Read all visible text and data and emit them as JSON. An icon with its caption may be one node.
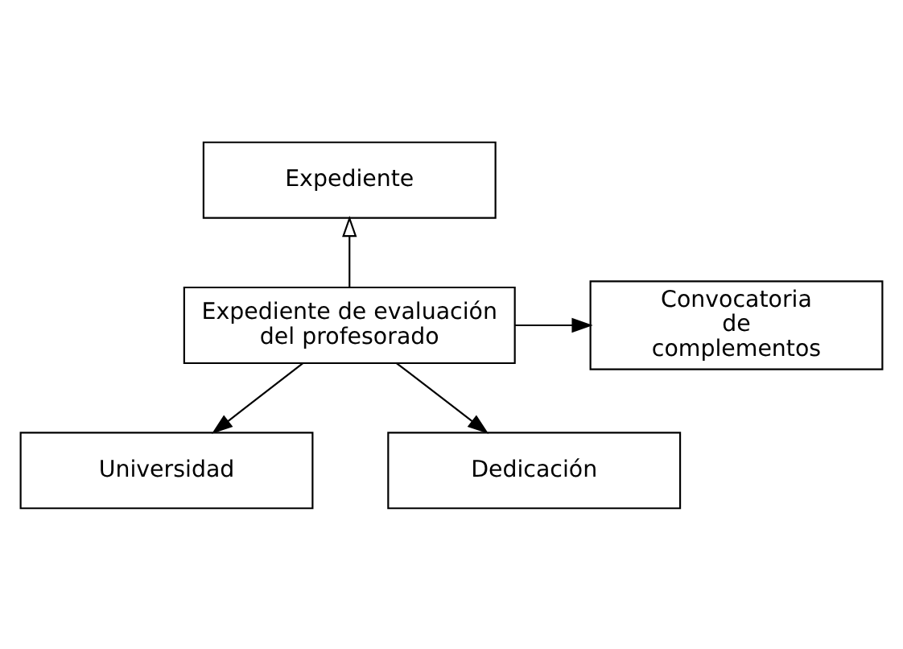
{
  "diagram": {
    "nodes": [
      {
        "text": [
          "Expediente"
        ]
      },
      {
        "text": [
          "Expediente de evaluación del profesorado"
        ]
      },
      {
        "text": [
          "Convocatoria de complementos"
        ]
      },
      {
        "text": [
          "Universidad"
        ]
      },
      {
        "text": [
          "Dedicación"
        ]
      }
    ],
    "edges": [
      {
        "from": 1,
        "to": 0,
        "arrow": "to"
      },
      {
        "from": 1,
        "to": 2,
        "arrow": "to"
      },
      {
        "from": 1,
        "to": 3,
        "arrow": "to"
      },
      {
        "from": 1,
        "to": 4,
        "arrow": "to"
      }
    ]
  }
}
